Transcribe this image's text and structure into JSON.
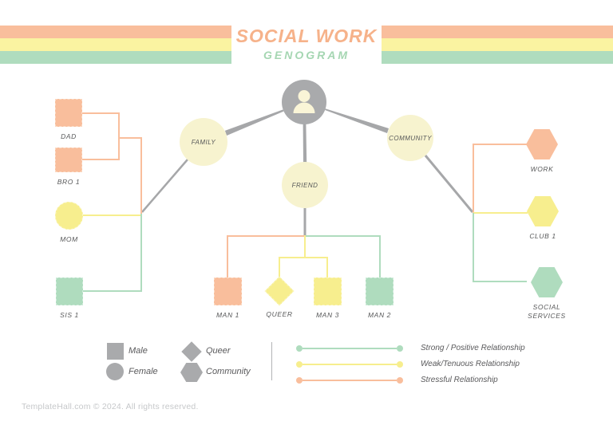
{
  "header": {
    "title": "SOCIAL WORK",
    "subtitle": "GENOGRAM"
  },
  "icons": {
    "ego": "person-icon"
  },
  "hubs": {
    "family": {
      "label": "FAMILY"
    },
    "friend": {
      "label": "FRIEND"
    },
    "community": {
      "label": "COMMUNITY"
    }
  },
  "nodes": {
    "dad": {
      "label": "DAD",
      "shape": "square",
      "color": "peach"
    },
    "bro1": {
      "label": "BRO 1",
      "shape": "square",
      "color": "peach"
    },
    "mom": {
      "label": "MOM",
      "shape": "circle",
      "color": "yellow"
    },
    "sis1": {
      "label": "SIS 1",
      "shape": "square",
      "color": "green"
    },
    "man1": {
      "label": "MAN 1",
      "shape": "square",
      "color": "peach"
    },
    "queer": {
      "label": "QUEER",
      "shape": "diamond",
      "color": "yellow"
    },
    "man3": {
      "label": "MAN 3",
      "shape": "square",
      "color": "yellow"
    },
    "man2": {
      "label": "MAN 2",
      "shape": "square",
      "color": "green"
    },
    "work": {
      "label": "WORK",
      "shape": "hexagon",
      "color": "peach"
    },
    "club1": {
      "label": "CLUB 1",
      "shape": "hexagon",
      "color": "yellow"
    },
    "social": {
      "label": "SOCIAL SERVICES",
      "shape": "hexagon",
      "color": "green"
    }
  },
  "legend": {
    "shapes": [
      {
        "label": "Male",
        "shape": "square"
      },
      {
        "label": "Female",
        "shape": "circle"
      },
      {
        "label": "Queer",
        "shape": "diamond"
      },
      {
        "label": "Community",
        "shape": "hexagon"
      }
    ],
    "relationships": [
      {
        "label": "Strong / Positive Relationship",
        "color": "#AFDCBE"
      },
      {
        "label": "Weak/Tenuous  Relationship",
        "color": "#F7EE8E"
      },
      {
        "label": "Stressful  Relationship",
        "color": "#F9BE9C"
      }
    ]
  },
  "footer": {
    "copyright": "TemplateHall.com © 2024. All rights reserved."
  },
  "colors": {
    "peach": "#F9BE9C",
    "yellow": "#F7EE8E",
    "green": "#AFDCBE",
    "hub_fill": "#F7F3CF",
    "gray": "#A9AAAC",
    "label_text": "#58595A",
    "title_peach": "#F6B28A",
    "title_green": "#A5D6B2"
  }
}
